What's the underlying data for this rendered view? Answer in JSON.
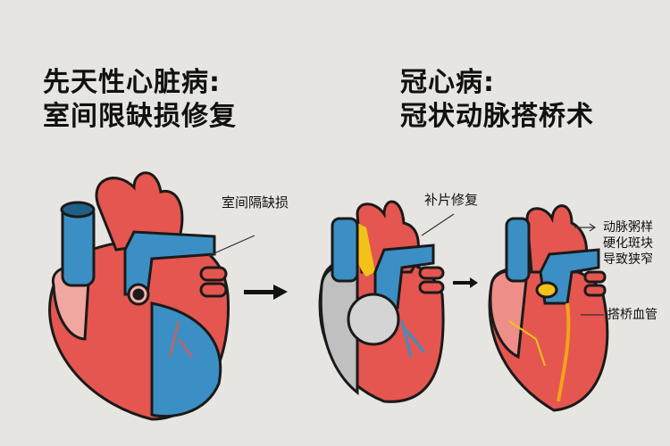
{
  "left_title": {
    "line1": "先天性心脏病:",
    "line2": "室间限缺损修复"
  },
  "right_title": {
    "line1": "冠心病:",
    "line2": "冠状动脉搭桥术"
  },
  "labels": {
    "vsd": "室间隔缺损",
    "patch": "补片修复",
    "plaque": [
      "动脉粥样",
      "硬化斑块",
      "导致狭窄"
    ],
    "bypass": "搭桥血管"
  },
  "colors": {
    "background": "#e7e5e2",
    "heart_red": "#e4564f",
    "vessel_blue": "#3b8fc4",
    "patch_gray": "#c9c9c9",
    "plaque_yellow": "#f2c21b"
  }
}
